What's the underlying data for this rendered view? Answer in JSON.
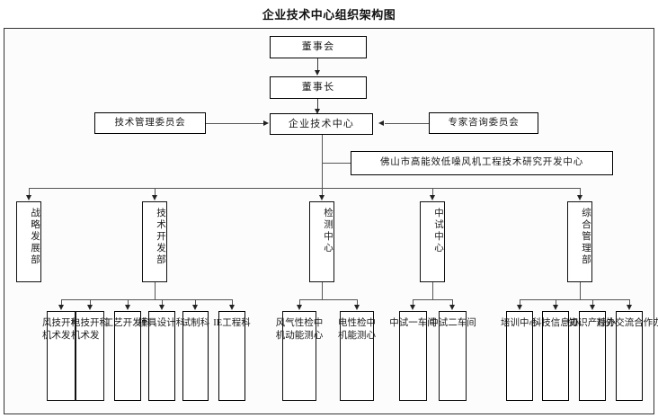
{
  "title": "企业技术中心组织架构图",
  "colors": {
    "frame_border": "#333333",
    "node_border": "#000000",
    "connector": "#555555",
    "arrow": "#222222",
    "background": "#ffffff",
    "text": "#1a1a1a"
  },
  "top": {
    "board": "董事会",
    "chairman": "董事长",
    "center": "企业技术中心",
    "tech_mgmt_committee": "技术管理委员会",
    "expert_advisory_committee": "专家咨询委员会",
    "research_center": "佛山市高能效低噪风机工程技术研究开发中心"
  },
  "departments": [
    {
      "id": "strategy",
      "label": "战略发展部"
    },
    {
      "id": "tech-dev",
      "label": "技术开发部"
    },
    {
      "id": "testing",
      "label": "检测中心"
    },
    {
      "id": "pilot",
      "label": "中试中心"
    },
    {
      "id": "admin",
      "label": "综合管理部"
    }
  ],
  "tech_dev_units": [
    {
      "id": "fan-tech",
      "lines": [
        "风机",
        "技术",
        "开发",
        "科"
      ]
    },
    {
      "id": "motor-tech",
      "lines": [
        "电机",
        "技术",
        "开发",
        "科"
      ]
    },
    {
      "id": "process-dev",
      "lines": [
        "工",
        "艺",
        "开",
        "发",
        "科"
      ]
    },
    {
      "id": "mold-design",
      "lines": [
        "模",
        "具",
        "设",
        "计",
        "科"
      ]
    },
    {
      "id": "prototype",
      "lines": [
        "试",
        "制",
        "科"
      ]
    },
    {
      "id": "ie-eng",
      "lines": [
        "IE",
        "工",
        "程",
        "科"
      ]
    }
  ],
  "testing_units": [
    {
      "id": "fan-aero",
      "lines": [
        "风机",
        "气动",
        "性能",
        "检测",
        "中心"
      ]
    },
    {
      "id": "motor-perf",
      "lines": [
        "电机",
        "性能",
        "检测",
        "中心"
      ]
    }
  ],
  "pilot_units": [
    {
      "id": "pilot-ws1",
      "lines": [
        "中",
        "试",
        "一",
        "车",
        "间"
      ]
    },
    {
      "id": "pilot-ws2",
      "lines": [
        "中",
        "试",
        "二",
        "车",
        "间"
      ]
    }
  ],
  "admin_units": [
    {
      "id": "training",
      "lines": [
        "培",
        "训",
        "中",
        "心"
      ]
    },
    {
      "id": "sci-info",
      "lines": [
        "科",
        "技",
        "信",
        "息",
        "办"
      ]
    },
    {
      "id": "ip-office",
      "lines": [
        "知",
        "识",
        "产",
        "权",
        "办"
      ]
    },
    {
      "id": "ext-coop",
      "lines": [
        "对",
        "外",
        "交",
        "流",
        "合",
        "作",
        "办"
      ]
    }
  ]
}
